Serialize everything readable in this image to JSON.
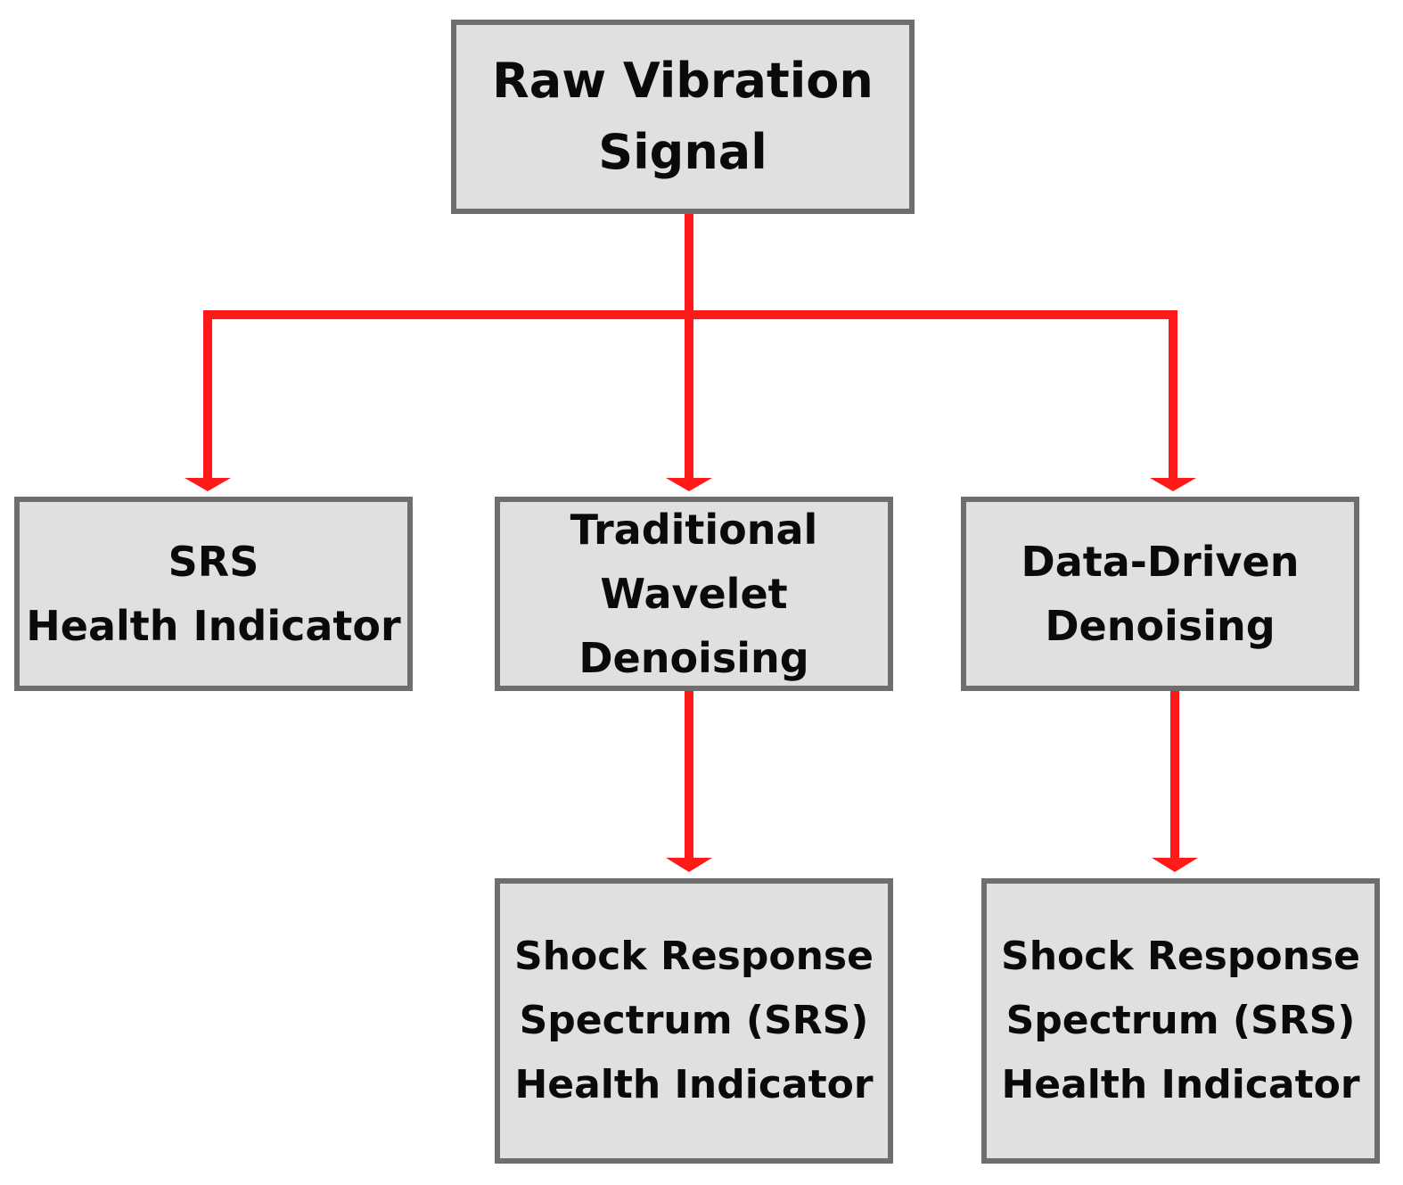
{
  "diagram": {
    "colors": {
      "arrow": "#ff1a1a",
      "box_fill": "#e0e0e0",
      "box_border": "#6e6e6e",
      "text": "#0a0a0a"
    },
    "nodes": {
      "raw_signal": {
        "lines": [
          "Raw Vibration",
          "Signal"
        ]
      },
      "srs_health": {
        "lines": [
          "SRS",
          "Health Indicator"
        ]
      },
      "wavelet_denoising": {
        "lines": [
          "Traditional",
          "Wavelet",
          "Denoising"
        ]
      },
      "datadriven_denoising": {
        "lines": [
          "Data-Driven",
          "Denoising"
        ]
      },
      "srs_wavelet": {
        "lines": [
          "Shock Response",
          "Spectrum (SRS)",
          "Health Indicator"
        ]
      },
      "srs_datadriven": {
        "lines": [
          "Shock Response",
          "Spectrum (SRS)",
          "Health Indicator"
        ]
      }
    },
    "edges": [
      {
        "from": "raw_signal",
        "to": "srs_health"
      },
      {
        "from": "raw_signal",
        "to": "wavelet_denoising"
      },
      {
        "from": "raw_signal",
        "to": "datadriven_denoising"
      },
      {
        "from": "wavelet_denoising",
        "to": "srs_wavelet"
      },
      {
        "from": "datadriven_denoising",
        "to": "srs_datadriven"
      }
    ]
  }
}
